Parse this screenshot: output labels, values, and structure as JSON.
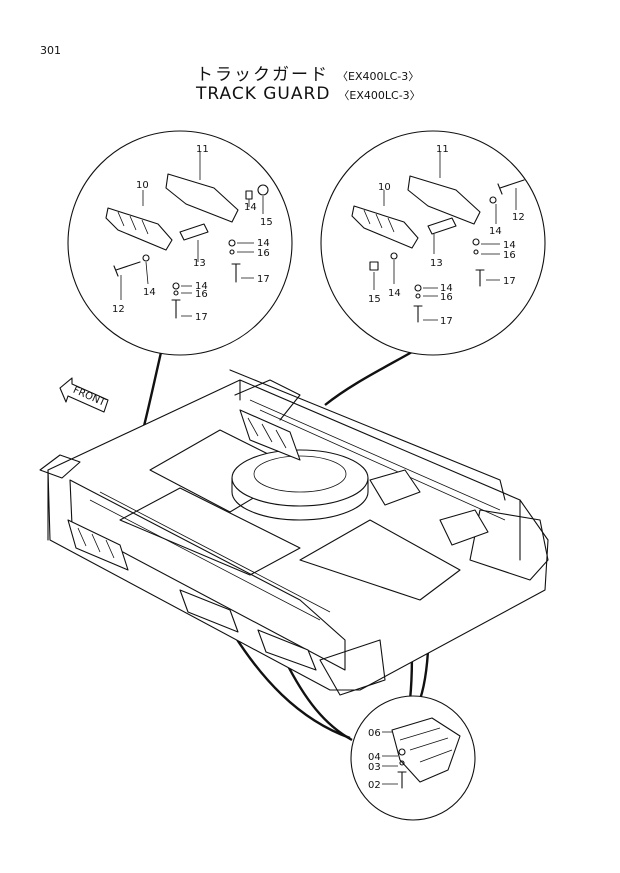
{
  "page_number": "301",
  "title_jp": "トラックガード",
  "title_en": "TRACK GUARD",
  "model": "〈EX400LC-3〉",
  "front_label": "FRONT",
  "callouts": {
    "left": {
      "n10": "10",
      "n11": "11",
      "n12": "12",
      "n13": "13",
      "n14a": "14",
      "n14b": "14",
      "n14c": "14",
      "n15": "15",
      "n16a": "16",
      "n16b": "16",
      "n17a": "17",
      "n17b": "17"
    },
    "right": {
      "n10": "10",
      "n11": "11",
      "n12": "12",
      "n13": "13",
      "n14a": "14",
      "n14b": "14",
      "n14c": "14",
      "n15": "15",
      "n16a": "16",
      "n16b": "16",
      "n17a": "17",
      "n17b": "17"
    },
    "bottom": {
      "n06": "06",
      "n04": "04",
      "n03": "03",
      "n02": "02"
    }
  }
}
